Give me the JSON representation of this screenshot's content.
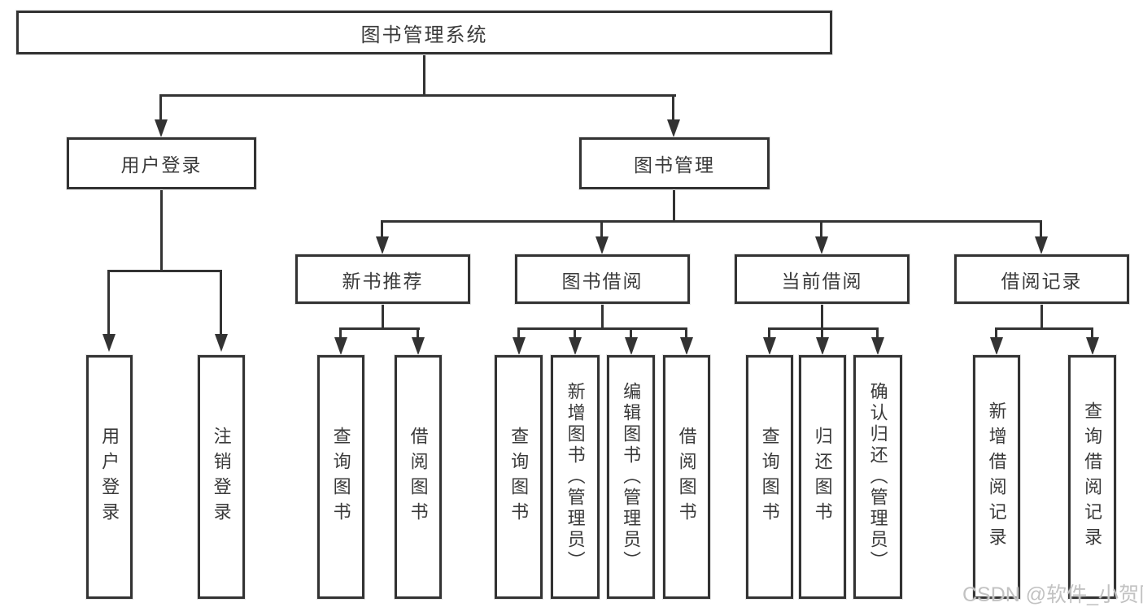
{
  "diagram": {
    "root": {
      "label": "图书管理系统"
    },
    "branches": [
      {
        "label": "用户登录",
        "children": [
          {
            "label": "用户登录"
          },
          {
            "label": "注销登录"
          }
        ]
      },
      {
        "label": "图书管理",
        "children": [
          {
            "label": "新书推荐",
            "children": [
              {
                "label": "查询图书"
              },
              {
                "label": "借阅图书"
              }
            ]
          },
          {
            "label": "图书借阅",
            "children": [
              {
                "label": "查询图书"
              },
              {
                "label": "新增图书（管理员）"
              },
              {
                "label": "编辑图书（管理员）"
              },
              {
                "label": "借阅图书"
              }
            ]
          },
          {
            "label": "当前借阅",
            "children": [
              {
                "label": "查询图书"
              },
              {
                "label": "归还图书"
              },
              {
                "label": "确认归还（管理员）"
              }
            ]
          },
          {
            "label": "借阅记录",
            "children": [
              {
                "label": "新增借阅记录"
              },
              {
                "label": "查询借阅记录"
              }
            ]
          }
        ]
      }
    ]
  },
  "watermark": {
    "text": "CSDN @软件_小贺同学"
  },
  "colors": {
    "line": "#333333",
    "text": "#3a3a3a",
    "watermark": "#c2c2c2",
    "background": "#ffffff"
  }
}
